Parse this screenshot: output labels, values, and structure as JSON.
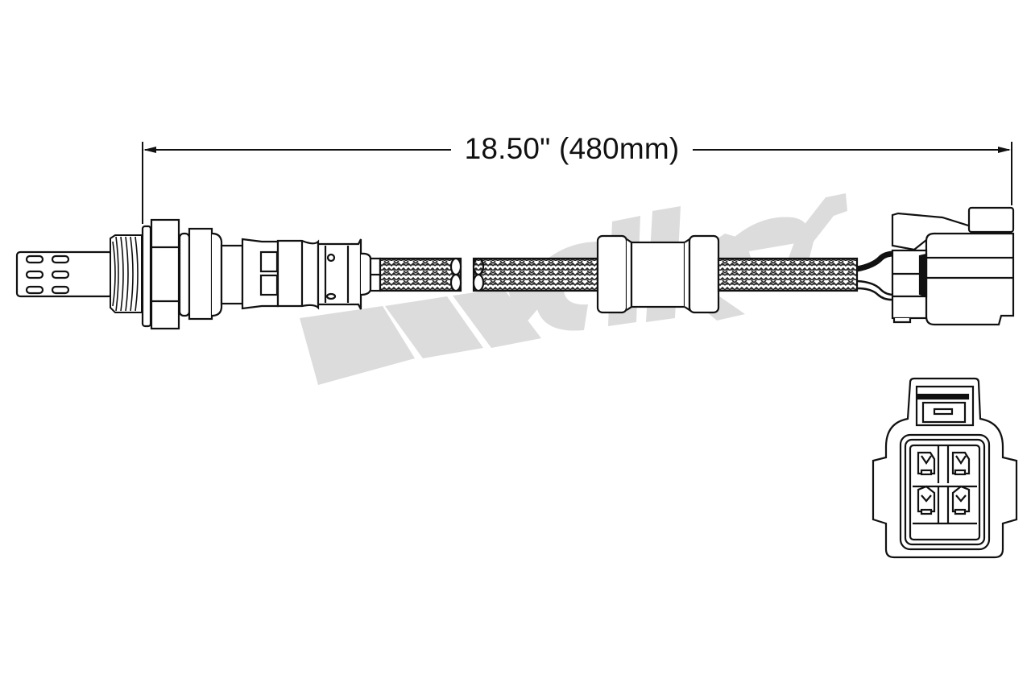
{
  "diagram": {
    "type": "technical-product-drawing",
    "subject": "oxygen sensor with braided lead and 4-pin connector",
    "dimension": {
      "label": "18.50\" (480mm)",
      "inches": 18.5,
      "millimeters": 480,
      "from": "sensor mounting flange",
      "to": "connector rear face"
    },
    "watermark": {
      "text": "Walker",
      "color": "#dcdcdc"
    },
    "parts": [
      {
        "id": "sensor-tip",
        "label": "slotted probe tip",
        "slots": 6
      },
      {
        "id": "threads",
        "label": "threaded body"
      },
      {
        "id": "hex-nut",
        "label": "hex mounting nut"
      },
      {
        "id": "sensor-body",
        "label": "sensor shell"
      },
      {
        "id": "braided-lead",
        "label": "braided wire harness (shown broken)"
      },
      {
        "id": "grommet",
        "label": "mid-harness sleeve"
      },
      {
        "id": "connector-side",
        "label": "connector side view",
        "wires": 2
      },
      {
        "id": "connector-face",
        "label": "connector face view",
        "pins": 4
      }
    ],
    "colors": {
      "line": "#111111",
      "fill": "#ffffff",
      "watermark": "#dcdcdc"
    }
  }
}
